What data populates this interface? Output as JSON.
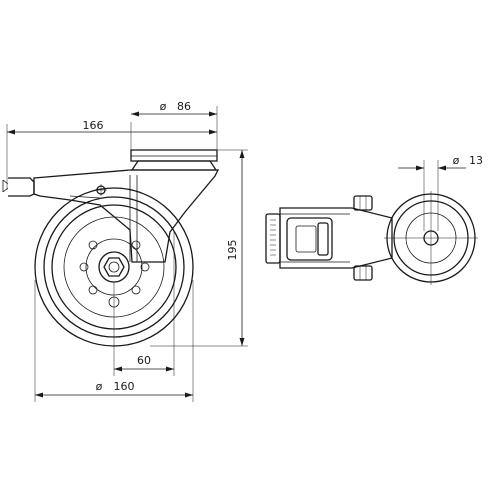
{
  "dimensions": {
    "top_width": "166",
    "top_diameter": "86",
    "height": "195",
    "bolt_spacing": "60",
    "wheel_diameter": "160",
    "hole_diameter": "13"
  },
  "symbols": {
    "diameter": "ø"
  },
  "views": {
    "side": "swivel-castor-side-view",
    "top": "swivel-castor-top-view"
  }
}
